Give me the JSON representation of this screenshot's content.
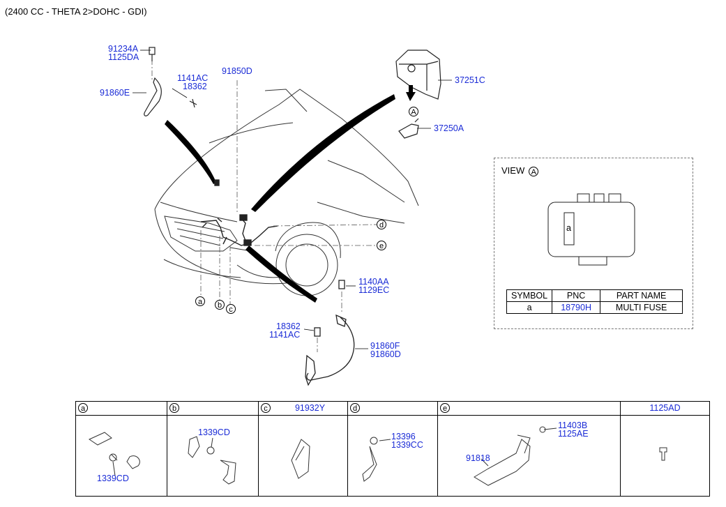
{
  "header": "(2400 CC - THETA 2>DOHC - GDI)",
  "labels": {
    "l91234A": "91234A",
    "l1125DA": "1125DA",
    "l1141AC_top": "1141AC",
    "l18362_top": "18362",
    "l91860E": "91860E",
    "l91850D": "91850D",
    "l37251C": "37251C",
    "l37250A": "37250A",
    "lA": "A",
    "l1140AA": "1140AA",
    "l1129EC": "1129EC",
    "l18362_bot": "18362",
    "l1141AC_bot": "1141AC",
    "l91860F": "91860F",
    "l91860D": "91860D",
    "callout_a": "a",
    "callout_b": "b",
    "callout_c": "c",
    "callout_d": "d",
    "callout_e": "e"
  },
  "view": {
    "title": "VIEW",
    "ref": "A",
    "fuse_label": "a",
    "table": {
      "headers": [
        "SYMBOL",
        "PNC",
        "PART NAME"
      ],
      "row": [
        "a",
        "18790H",
        "MULTI FUSE"
      ]
    }
  },
  "bottom_cells": [
    {
      "key": "a",
      "title": "",
      "parts": [
        "1339CD"
      ]
    },
    {
      "key": "b",
      "title": "",
      "parts": [
        "1339CD"
      ]
    },
    {
      "key": "c",
      "title": "91932Y",
      "parts": []
    },
    {
      "key": "d",
      "title": "",
      "parts": [
        "13396",
        "1339CC"
      ]
    },
    {
      "key": "e",
      "title": "",
      "parts": [
        "11403B",
        "1125AE",
        "91818"
      ]
    },
    {
      "key": "",
      "title": "1125AD",
      "parts": []
    }
  ],
  "colors": {
    "part_number": "#1a2bd6",
    "line": "#000000"
  }
}
